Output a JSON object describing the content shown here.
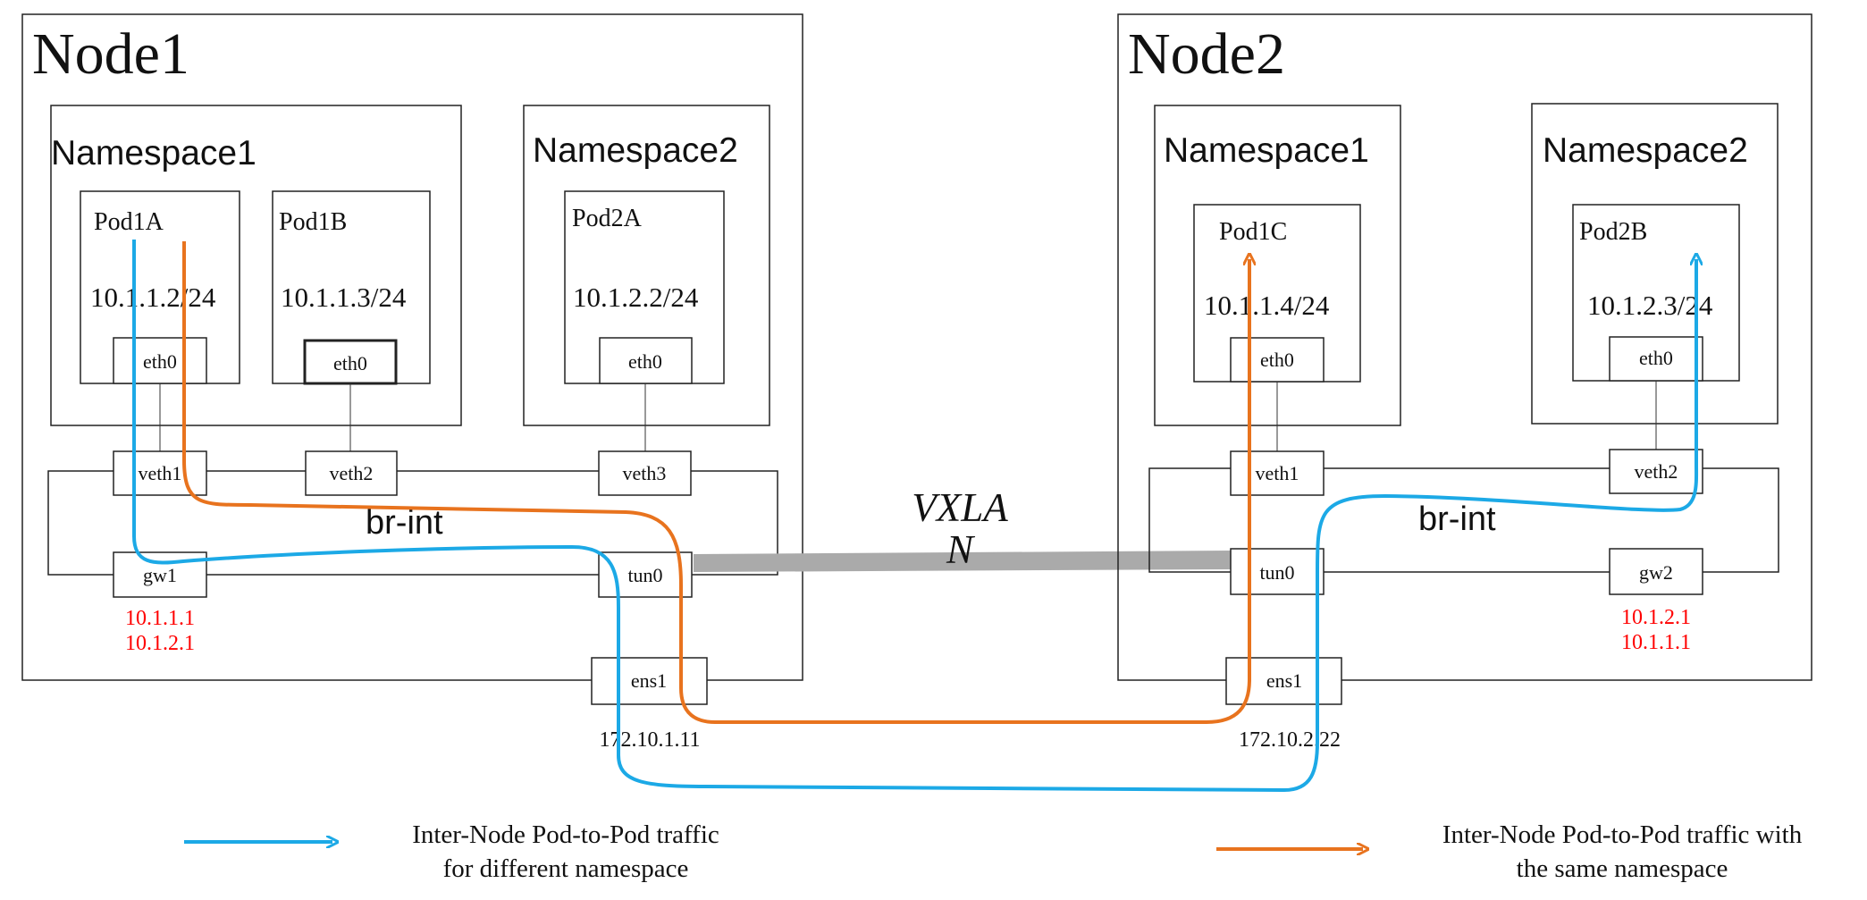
{
  "nodes": {
    "node1": {
      "title": "Node1",
      "ns1": {
        "title": "Namespace1",
        "pod_a": {
          "name": "Pod1A",
          "ip": "10.1.1.2/24",
          "eth": "eth0"
        },
        "pod_b": {
          "name": "Pod1B",
          "ip": "10.1.1.3/24",
          "eth": "eth0"
        }
      },
      "ns2": {
        "title": "Namespace2",
        "pod_a": {
          "name": "Pod2A",
          "ip": "10.1.2.2/24",
          "eth": "eth0"
        }
      },
      "bridge": "br-int",
      "veth1": "veth1",
      "veth2": "veth2",
      "veth3": "veth3",
      "gw": "gw1",
      "gw_ip1": "10.1.1.1",
      "gw_ip2": "10.1.2.1",
      "tun": "tun0",
      "nic": "ens1",
      "nic_ip": "172.10.1.11"
    },
    "node2": {
      "title": "Node2",
      "ns1": {
        "title": "Namespace1",
        "pod": {
          "name": "Pod1C",
          "ip": "10.1.1.4/24",
          "eth": "eth0"
        }
      },
      "ns2": {
        "title": "Namespace2",
        "pod": {
          "name": "Pod2B",
          "ip": "10.1.2.3/24",
          "eth": "eth0"
        }
      },
      "bridge": "br-int",
      "veth1": "veth1",
      "veth2": "veth2",
      "gw": "gw2",
      "gw_ip1": "10.1.2.1",
      "gw_ip2": "10.1.1.1",
      "tun": "tun0",
      "nic": "ens1",
      "nic_ip": "172.10.2.22"
    }
  },
  "tunnel": {
    "label_line1": "VXLA",
    "label_line2": "N"
  },
  "legend": {
    "blue": {
      "line1": "Inter-Node Pod-to-Pod traffic",
      "line2": "for different namespace"
    },
    "orange": {
      "line1": "Inter-Node Pod-to-Pod traffic with",
      "line2": "the same namespace"
    }
  },
  "colors": {
    "blue": "#1ca9e6",
    "orange": "#e8731e",
    "tunnel": "#aaaaaa",
    "gw_ip": "#ff0000",
    "border": "#222222"
  }
}
